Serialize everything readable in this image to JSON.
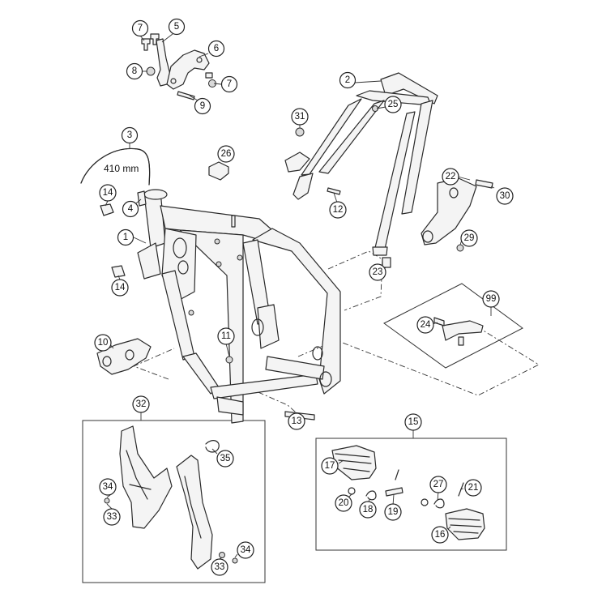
{
  "hose_length_label": "410 mm",
  "callouts": [
    {
      "id": "c7a",
      "label": "7"
    },
    {
      "id": "c5",
      "label": "5"
    },
    {
      "id": "c6",
      "label": "6"
    },
    {
      "id": "c8",
      "label": "8"
    },
    {
      "id": "c7b",
      "label": "7"
    },
    {
      "id": "c9",
      "label": "9"
    },
    {
      "id": "c2",
      "label": "2"
    },
    {
      "id": "c25",
      "label": "25"
    },
    {
      "id": "c31",
      "label": "31"
    },
    {
      "id": "c3",
      "label": "3"
    },
    {
      "id": "c26",
      "label": "26"
    },
    {
      "id": "c14a",
      "label": "14"
    },
    {
      "id": "c4",
      "label": "4"
    },
    {
      "id": "c22",
      "label": "22"
    },
    {
      "id": "c30",
      "label": "30"
    },
    {
      "id": "c12",
      "label": "12"
    },
    {
      "id": "c1",
      "label": "1"
    },
    {
      "id": "c29",
      "label": "29"
    },
    {
      "id": "c23",
      "label": "23"
    },
    {
      "id": "c14b",
      "label": "14"
    },
    {
      "id": "c99",
      "label": "99"
    },
    {
      "id": "c24",
      "label": "24"
    },
    {
      "id": "c10",
      "label": "10"
    },
    {
      "id": "c11",
      "label": "11"
    },
    {
      "id": "c32",
      "label": "32"
    },
    {
      "id": "c13",
      "label": "13"
    },
    {
      "id": "c15",
      "label": "15"
    },
    {
      "id": "c35",
      "label": "35"
    },
    {
      "id": "c17",
      "label": "17"
    },
    {
      "id": "c34a",
      "label": "34"
    },
    {
      "id": "c27",
      "label": "27"
    },
    {
      "id": "c21",
      "label": "21"
    },
    {
      "id": "c20",
      "label": "20"
    },
    {
      "id": "c18",
      "label": "18"
    },
    {
      "id": "c19",
      "label": "19"
    },
    {
      "id": "c33a",
      "label": "33"
    },
    {
      "id": "c16",
      "label": "16"
    },
    {
      "id": "c34b",
      "label": "34"
    },
    {
      "id": "c33b",
      "label": "33"
    }
  ]
}
